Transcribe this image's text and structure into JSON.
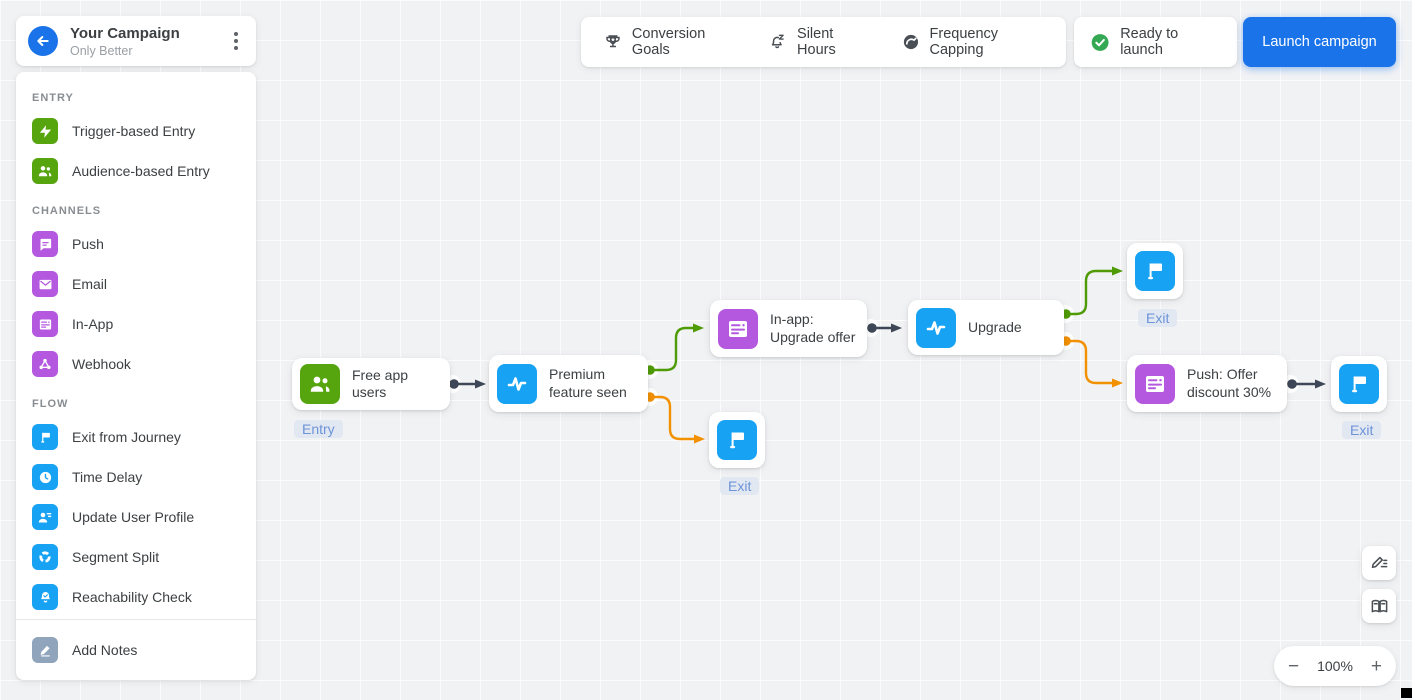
{
  "campaign": {
    "title": "Your Campaign",
    "subtitle": "Only Better"
  },
  "toolbar": {
    "items": [
      {
        "label": "Conversion Goals",
        "icon": "trophy-icon"
      },
      {
        "label": "Silent Hours",
        "icon": "bell-snooze-icon"
      },
      {
        "label": "Frequency Capping",
        "icon": "gauge-icon"
      }
    ],
    "status_label": "Ready to launch",
    "status_icon": "check-circle-icon",
    "launch_label": "Launch campaign"
  },
  "sidebar": {
    "sections": [
      {
        "title": "ENTRY",
        "items": [
          {
            "label": "Trigger-based Entry",
            "icon": "zap-icon",
            "color": "#56a50e"
          },
          {
            "label": "Audience-based Entry",
            "icon": "users-icon",
            "color": "#56a50e"
          }
        ]
      },
      {
        "title": "CHANNELS",
        "items": [
          {
            "label": "Push",
            "icon": "message-square-icon",
            "color": "#b458e0"
          },
          {
            "label": "Email",
            "icon": "mail-icon",
            "color": "#b458e0"
          },
          {
            "label": "In-App",
            "icon": "window-icon",
            "color": "#b458e0"
          },
          {
            "label": "Webhook",
            "icon": "webhook-icon",
            "color": "#b458e0"
          }
        ]
      },
      {
        "title": "FLOW",
        "items": [
          {
            "label": "Exit from Journey",
            "icon": "flag-icon",
            "color": "#17a2f3"
          },
          {
            "label": "Time Delay",
            "icon": "clock-icon",
            "color": "#17a2f3"
          },
          {
            "label": "Update User Profile",
            "icon": "user-edit-icon",
            "color": "#17a2f3"
          },
          {
            "label": "Segment Split",
            "icon": "segment-split-icon",
            "color": "#17a2f3"
          },
          {
            "label": "Reachability Check",
            "icon": "bell-check-icon",
            "color": "#17a2f3"
          }
        ]
      }
    ],
    "footer_item": {
      "label": "Add Notes",
      "icon": "note-pencil-icon",
      "color": "#90a4bc"
    }
  },
  "canvas": {
    "nodes": {
      "free": {
        "label": "Free app users",
        "tag": "Entry",
        "icon": "users-icon"
      },
      "premium": {
        "label": "Premium feature seen",
        "icon": "activity-icon"
      },
      "inapp": {
        "label": "In-app: Upgrade offer",
        "icon": "window-icon"
      },
      "upgrade": {
        "label": "Upgrade",
        "icon": "activity-icon"
      },
      "push": {
        "label": "Push: Offer discount 30%",
        "icon": "window-icon"
      },
      "exit_top": {
        "tag": "Exit",
        "icon": "flag-icon"
      },
      "exit_mid": {
        "tag": "Exit",
        "icon": "flag-icon"
      },
      "exit_right": {
        "tag": "Exit",
        "icon": "flag-icon"
      }
    }
  },
  "zoom_control": {
    "minus_label": "−",
    "level": "100%",
    "plus_label": "+"
  },
  "colors": {
    "accent_blue": "#1a73e8",
    "entry_green": "#56a50e",
    "channel_purple": "#b458e0",
    "flow_blue": "#17a2f3",
    "connector_dark": "#3e4757",
    "connector_green": "#4f9b06",
    "connector_orange": "#f29000",
    "status_green": "#34a853",
    "notes_slate": "#90a4bc"
  }
}
